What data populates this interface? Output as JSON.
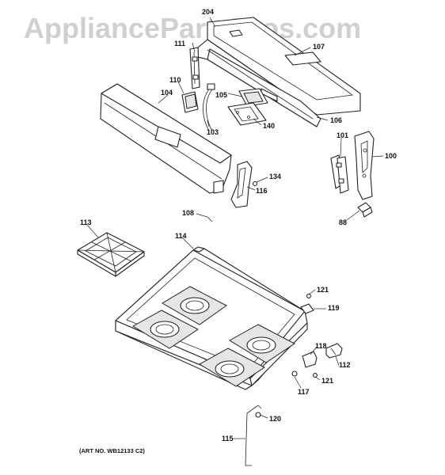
{
  "watermark": "AppliancePartsPros.com",
  "art_number": "(ART NO. WB12133 C2)",
  "callouts": {
    "p204": "204",
    "p111": "111",
    "p107": "107",
    "p110": "110",
    "p104": "104",
    "p105": "105",
    "p140": "140",
    "p106": "106",
    "p103": "103",
    "p101": "101",
    "p100": "100",
    "p134": "134",
    "p116": "116",
    "p108": "108",
    "p88": "88",
    "p113": "113",
    "p114": "114",
    "p121a": "121",
    "p119": "119",
    "p118": "118",
    "p112": "112",
    "p117": "117",
    "p121b": "121",
    "p120": "120",
    "p115": "115"
  }
}
